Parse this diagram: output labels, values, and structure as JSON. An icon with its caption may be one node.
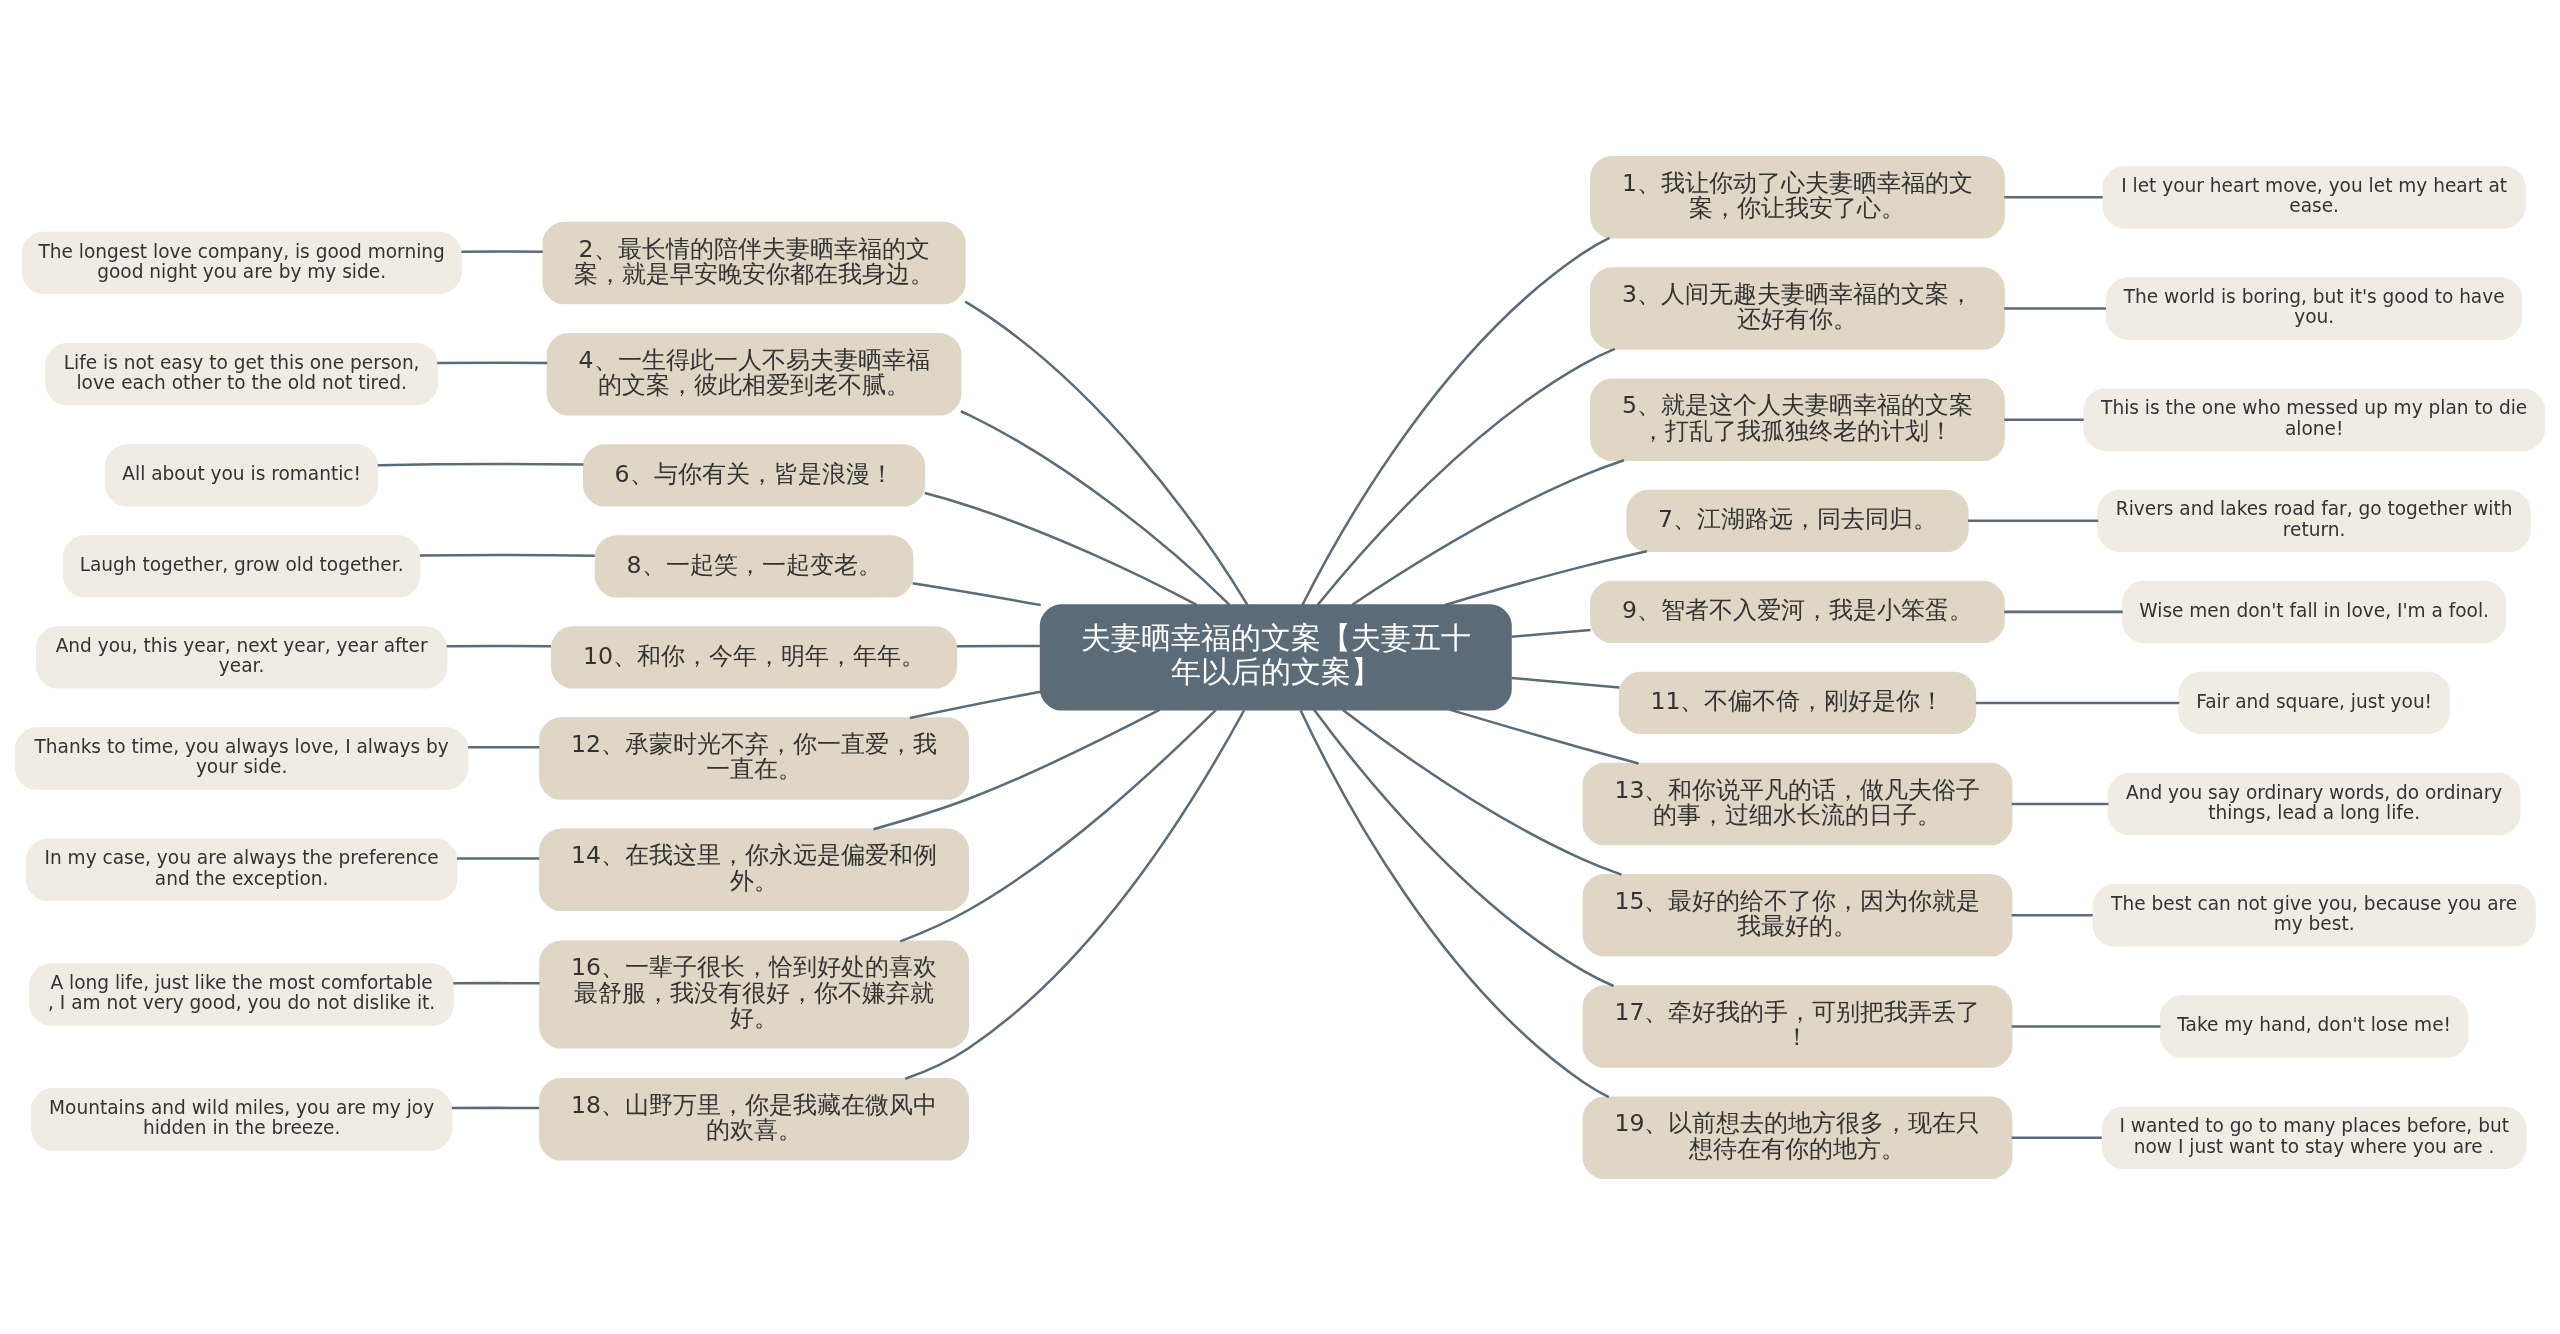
{
  "diagram": {
    "nodes": [
      {
        "text": [
          "夫妻晒幸福的文案【夫妻五十年以后的文案】"
        ]
      },
      {
        "text": [
          "1、我让你动了心夫妻晒幸福的文案，你让我安了心。"
        ]
      },
      {
        "text": [
          "I let your heart move, you let my heart at ease."
        ]
      },
      {
        "text": [
          "2、最长情的陪伴夫妻晒幸福的文案，就是早安晚安你都在我身边。"
        ]
      },
      {
        "text": [
          "The longest love company, is good morning good night you are by my side."
        ]
      },
      {
        "text": [
          "3、人间无趣夫妻晒幸福的文案，还好有你。"
        ]
      },
      {
        "text": [
          "The world is boring, but it's good to have you."
        ]
      },
      {
        "text": [
          "4、一生得此一人不易夫妻晒幸福的文案，彼此相爱到老不腻。"
        ]
      },
      {
        "text": [
          "Life is not easy to get this one person, love each other to the old not tired."
        ]
      },
      {
        "text": [
          "5、就是这个人夫妻晒幸福的文案，打乱了我孤独终老的计划！"
        ]
      },
      {
        "text": [
          "This is the one who messed up my plan to die alone!"
        ]
      },
      {
        "text": [
          "6、与你有关，皆是浪漫！"
        ]
      },
      {
        "text": [
          "All about you is romantic!"
        ]
      },
      {
        "text": [
          "7、江湖路远，同去同归。"
        ]
      },
      {
        "text": [
          "Rivers and lakes road far, go together with return."
        ]
      },
      {
        "text": [
          "8、一起笑，一起变老。"
        ]
      },
      {
        "text": [
          "Laugh together, grow old together."
        ]
      },
      {
        "text": [
          "9、智者不入爱河，我是小笨蛋。"
        ]
      },
      {
        "text": [
          "Wise men don't fall in love, I'm a fool."
        ]
      },
      {
        "text": [
          "10、和你，今年，明年，年年。"
        ]
      },
      {
        "text": [
          "And you, this year, next year, year after year."
        ]
      },
      {
        "text": [
          "11、不偏不倚，刚好是你！"
        ]
      },
      {
        "text": [
          "Fair and square, just you!"
        ]
      },
      {
        "text": [
          "12、承蒙时光不弃，你一直爱，我一直在。"
        ]
      },
      {
        "text": [
          "Thanks to time, you always love, I always by your side."
        ]
      },
      {
        "text": [
          "13、和你说平凡的话，做凡夫俗子的事，过细水长流的日子。"
        ]
      },
      {
        "text": [
          "And you say ordinary words, do ordinary things, lead a long life."
        ]
      },
      {
        "text": [
          "14、在我这里，你永远是偏爱和例外。"
        ]
      },
      {
        "text": [
          "In my case, you are always the preference and the exception."
        ]
      },
      {
        "text": [
          "15、最好的给不了你，因为你就是我最好的。"
        ]
      },
      {
        "text": [
          "The best can not give you, because you are my best."
        ]
      },
      {
        "text": [
          "16、一辈子很长，恰到好处的喜欢最舒服，我没有很好，你不嫌弃就好。"
        ]
      },
      {
        "text": [
          "A long life, just like the most comfortable , I am not very good, you do not dislike it."
        ]
      },
      {
        "text": [
          "17、牵好我的手，可别把我弄丢了！"
        ]
      },
      {
        "text": [
          "Take my hand, don't lose me!"
        ]
      },
      {
        "text": [
          "18、山野万里，你是我藏在微风中的欢喜。"
        ]
      },
      {
        "text": [
          "Mountains and wild miles, you are my joy hidden in the breeze."
        ]
      },
      {
        "text": [
          "19、以前想去的地方很多，现在只想待在有你的地方。"
        ]
      },
      {
        "text": [
          "I wanted to go to many places before, but now I just want to stay where you are ."
        ]
      }
    ],
    "edges": [
      {
        "from": 0,
        "to": 1,
        "arrow": "none"
      },
      {
        "from": 1,
        "to": 2,
        "arrow": "none"
      },
      {
        "from": 0,
        "to": 3,
        "arrow": "none"
      },
      {
        "from": 3,
        "to": 4,
        "arrow": "none"
      },
      {
        "from": 0,
        "to": 5,
        "arrow": "none"
      },
      {
        "from": 5,
        "to": 6,
        "arrow": "none"
      },
      {
        "from": 0,
        "to": 7,
        "arrow": "none"
      },
      {
        "from": 7,
        "to": 8,
        "arrow": "none"
      },
      {
        "from": 0,
        "to": 9,
        "arrow": "none"
      },
      {
        "from": 9,
        "to": 10,
        "arrow": "none"
      },
      {
        "from": 0,
        "to": 11,
        "arrow": "none"
      },
      {
        "from": 11,
        "to": 12,
        "arrow": "none"
      },
      {
        "from": 0,
        "to": 13,
        "arrow": "none"
      },
      {
        "from": 13,
        "to": 14,
        "arrow": "none"
      },
      {
        "from": 0,
        "to": 15,
        "arrow": "none"
      },
      {
        "from": 15,
        "to": 16,
        "arrow": "none"
      },
      {
        "from": 0,
        "to": 17,
        "arrow": "none"
      },
      {
        "from": 17,
        "to": 18,
        "arrow": "none"
      },
      {
        "from": 0,
        "to": 19,
        "arrow": "none"
      },
      {
        "from": 19,
        "to": 20,
        "arrow": "none"
      },
      {
        "from": 0,
        "to": 21,
        "arrow": "none"
      },
      {
        "from": 21,
        "to": 22,
        "arrow": "none"
      },
      {
        "from": 0,
        "to": 23,
        "arrow": "none"
      },
      {
        "from": 23,
        "to": 24,
        "arrow": "none"
      },
      {
        "from": 0,
        "to": 25,
        "arrow": "none"
      },
      {
        "from": 25,
        "to": 26,
        "arrow": "none"
      },
      {
        "from": 0,
        "to": 27,
        "arrow": "none"
      },
      {
        "from": 27,
        "to": 28,
        "arrow": "none"
      },
      {
        "from": 0,
        "to": 29,
        "arrow": "none"
      },
      {
        "from": 29,
        "to": 30,
        "arrow": "none"
      },
      {
        "from": 0,
        "to": 31,
        "arrow": "none"
      },
      {
        "from": 31,
        "to": 32,
        "arrow": "none"
      },
      {
        "from": 0,
        "to": 33,
        "arrow": "none"
      },
      {
        "from": 33,
        "to": 34,
        "arrow": "none"
      },
      {
        "from": 0,
        "to": 35,
        "arrow": "none"
      },
      {
        "from": 35,
        "to": 36,
        "arrow": "none"
      },
      {
        "from": 0,
        "to": 37,
        "arrow": "none"
      },
      {
        "from": 37,
        "to": 38,
        "arrow": "none"
      }
    ]
  }
}
